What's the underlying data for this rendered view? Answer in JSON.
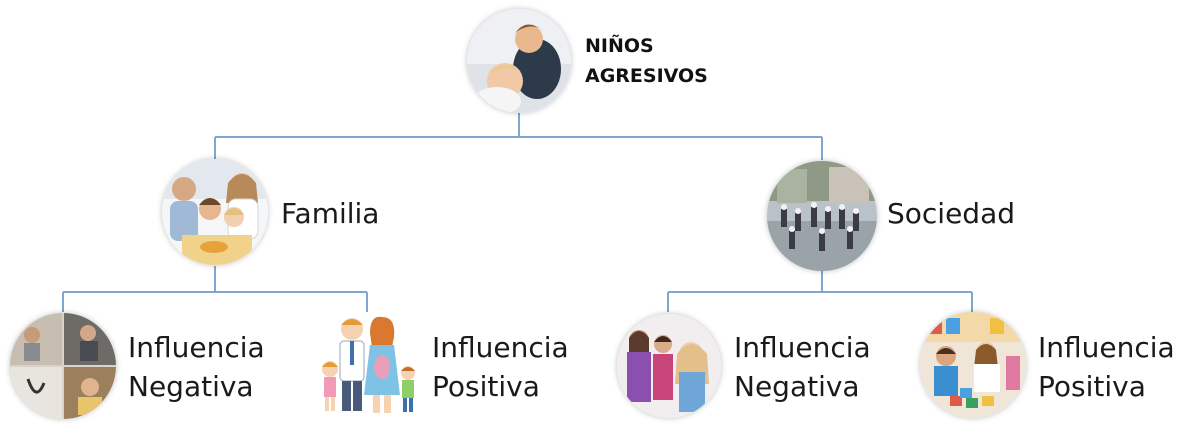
{
  "root": {
    "title_lines": [
      "NIÑOS",
      "AGRESIVOS"
    ],
    "photo_icon": "children-playing-photo"
  },
  "branches": [
    {
      "label": "Familia",
      "photo_icon": "family-photo",
      "children": [
        {
          "label_lines": [
            "Influencia",
            "Negativa"
          ],
          "photo_icon": "family-conflict-collage-photo"
        },
        {
          "label_lines": [
            "Influencia",
            "Positiva"
          ],
          "photo_icon": "cartoon-family-illustration"
        }
      ]
    },
    {
      "label": "Sociedad",
      "photo_icon": "schoolyard-crowd-photo",
      "children": [
        {
          "label_lines": [
            "Influencia",
            "Negativa"
          ],
          "photo_icon": "girls-bullying-photo"
        },
        {
          "label_lines": [
            "Influencia",
            "Positiva"
          ],
          "photo_icon": "kids-playing-blocks-photo"
        }
      ]
    }
  ],
  "colors": {
    "connector": "#7fa6cc",
    "background": "#ffffff"
  }
}
